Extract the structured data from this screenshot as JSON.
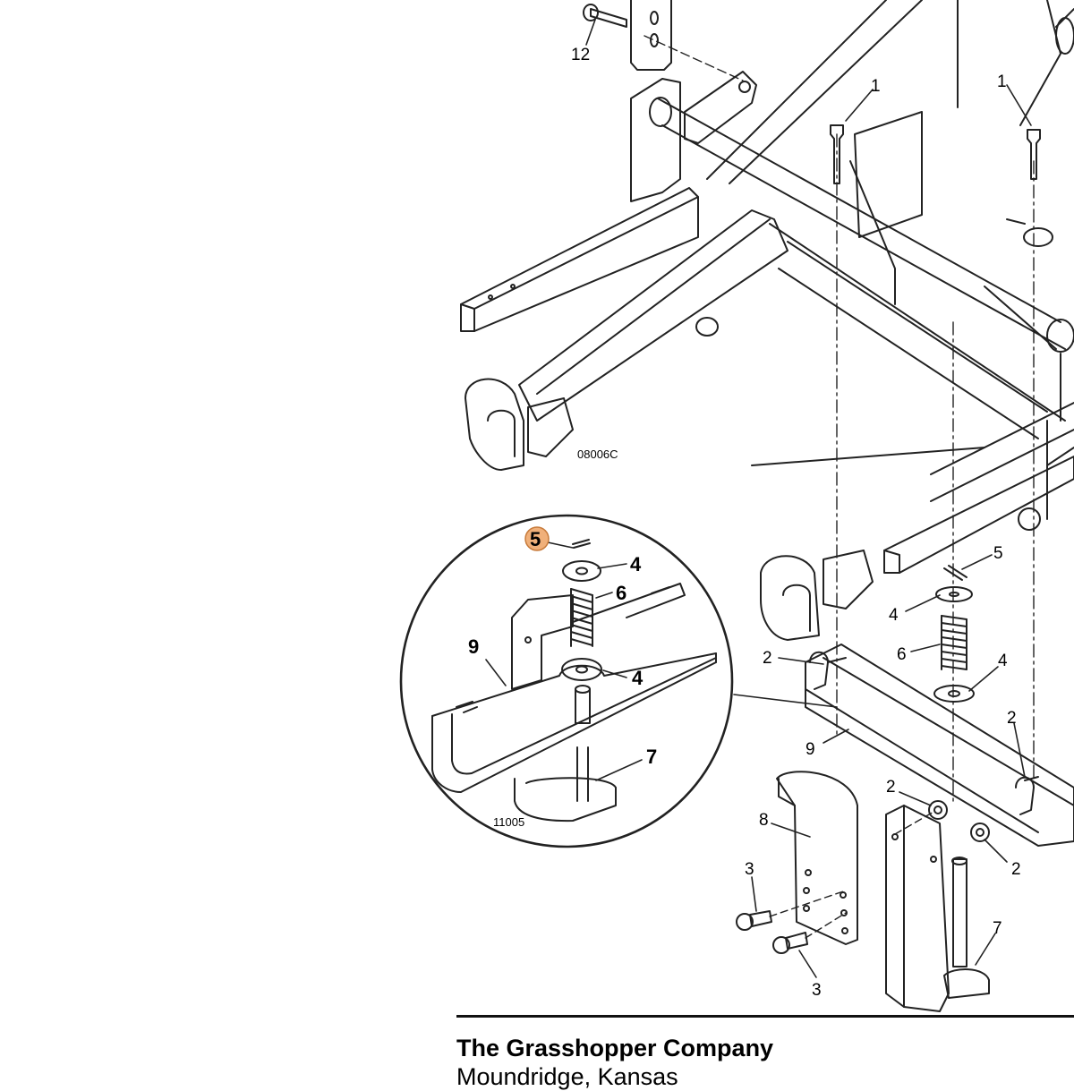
{
  "diagram": {
    "drawing_codes": {
      "main": "08006C",
      "detail": "11005"
    },
    "main_callouts": {
      "a": "12",
      "b": "1",
      "c": "1",
      "d": "5",
      "e": "4",
      "f": "6",
      "g": "4",
      "h": "2",
      "i": "9",
      "j": "2",
      "k": "8",
      "l": "2",
      "m": "2",
      "n": "3",
      "o": "3",
      "p": "7"
    },
    "detail_callouts": {
      "a": "5",
      "b": "4",
      "c": "6",
      "d": "9",
      "e": "4",
      "f": "7"
    },
    "highlight_color": "#f0b07a"
  },
  "footer": {
    "company": "The Grasshopper Company",
    "location": "Moundridge, Kansas"
  }
}
